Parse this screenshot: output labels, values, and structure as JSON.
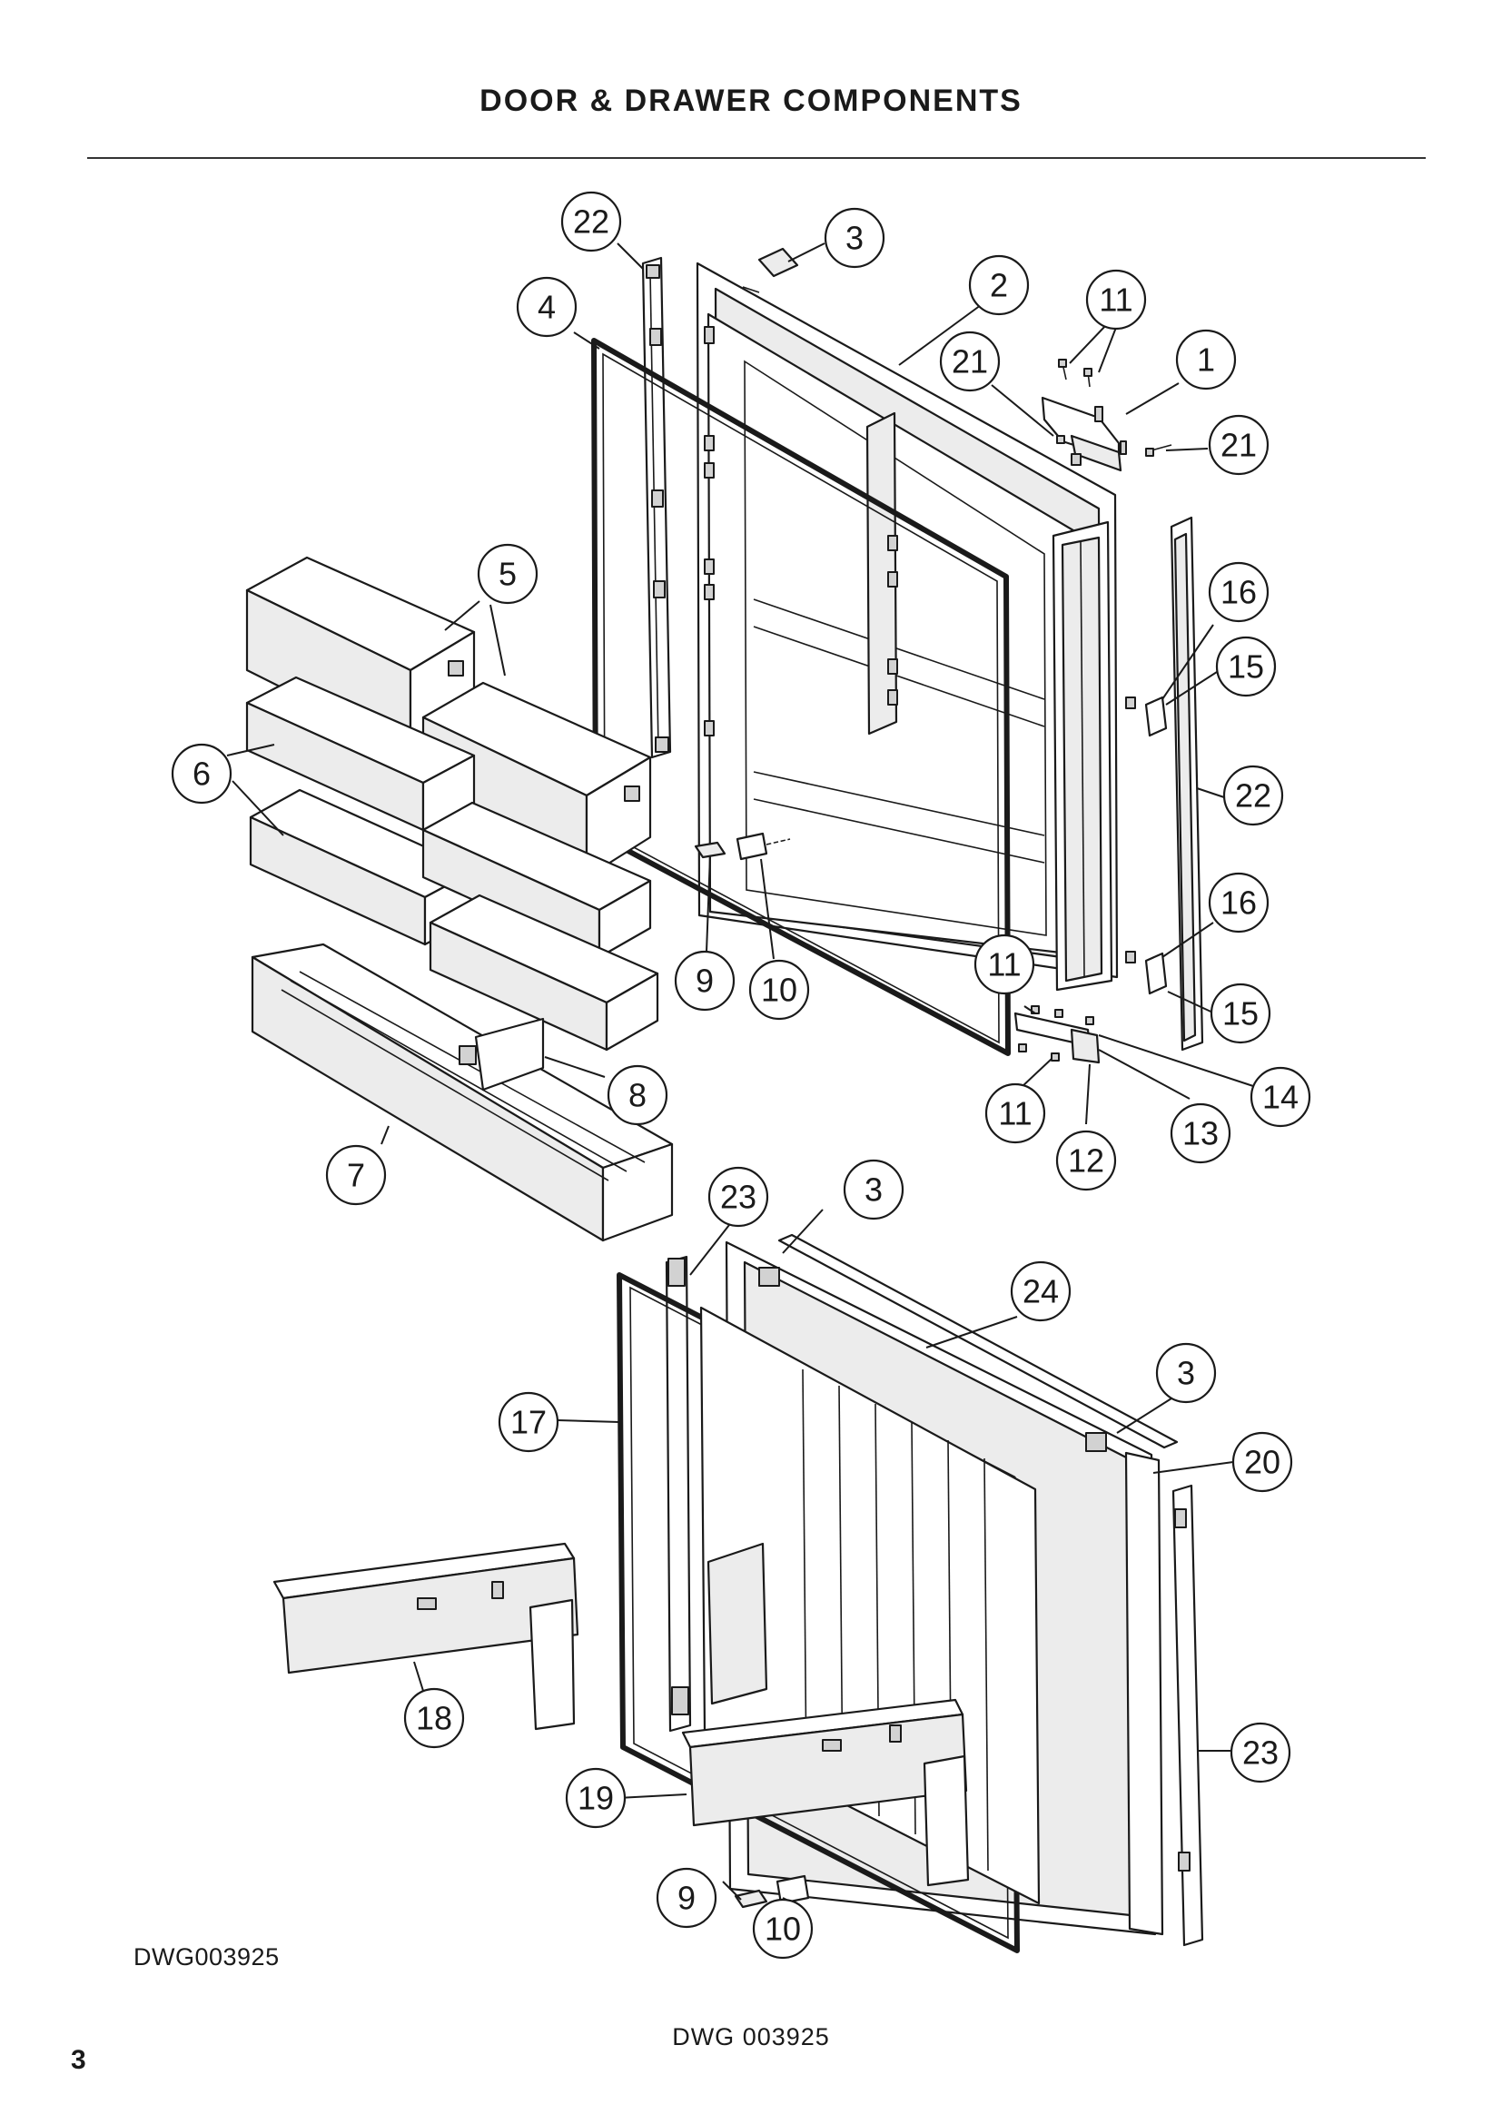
{
  "page": {
    "title": "DOOR & DRAWER COMPONENTS",
    "drawing_code": "DWG003925",
    "footer_code": "DWG 003925",
    "page_number": "3"
  },
  "callouts": [
    {
      "label": "22"
    },
    {
      "label": "3"
    },
    {
      "label": "2"
    },
    {
      "label": "11"
    },
    {
      "label": "1"
    },
    {
      "label": "4"
    },
    {
      "label": "21"
    },
    {
      "label": "21"
    },
    {
      "label": "5"
    },
    {
      "label": "16"
    },
    {
      "label": "15"
    },
    {
      "label": "6"
    },
    {
      "label": "22"
    },
    {
      "label": "16"
    },
    {
      "label": "9"
    },
    {
      "label": "10"
    },
    {
      "label": "11"
    },
    {
      "label": "15"
    },
    {
      "label": "8"
    },
    {
      "label": "14"
    },
    {
      "label": "11"
    },
    {
      "label": "13"
    },
    {
      "label": "12"
    },
    {
      "label": "7"
    },
    {
      "label": "23"
    },
    {
      "label": "3"
    },
    {
      "label": "24"
    },
    {
      "label": "3"
    },
    {
      "label": "17"
    },
    {
      "label": "20"
    },
    {
      "label": "18"
    },
    {
      "label": "23"
    },
    {
      "label": "19"
    },
    {
      "label": "9"
    },
    {
      "label": "10"
    }
  ]
}
